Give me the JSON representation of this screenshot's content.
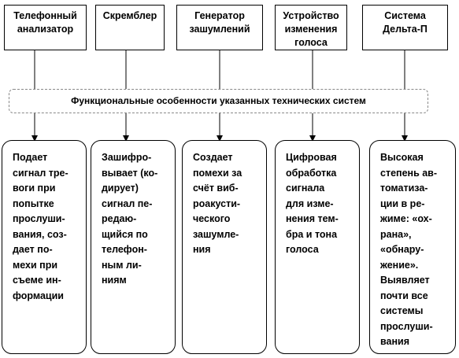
{
  "systems": [
    {
      "name": "Телефонный\nанализатор",
      "description": "Подает\nсигнал тре-\nвоги при\nпопытке\nпрослуши-\nвания, соз-\nдает по-\nмехи при\nсъеме ин-\nформации"
    },
    {
      "name": "Скремблер",
      "description": "Зашифро-\nвывает (ко-\nдирует)\nсигнал пе-\nредаю-\nщийся по\nтелефон-\nным ли-\nниям"
    },
    {
      "name": "Генератор\nзашумлений",
      "description": "Создает\nпомехи за\nсчёт виб-\nроакусти-\nческого\nзашумле-\nния"
    },
    {
      "name": "Устройство\nизменения\nголоса",
      "description": "Цифровая\nобработка\nсигнала\nдля изме-\nнения тем-\nбра и тона\nголоса"
    },
    {
      "name": "Система\nДельта-П",
      "description": "Высокая\nстепень ав-\nтоматиза-\nции в ре-\nжиме: «ох-\nрана»,\n«обнару-\nжение».\nВыявляет\nпочти все\nсистемы\nпрослуши-\nвания"
    }
  ],
  "band": {
    "label": "Функциональные особенности указанных технических систем"
  }
}
